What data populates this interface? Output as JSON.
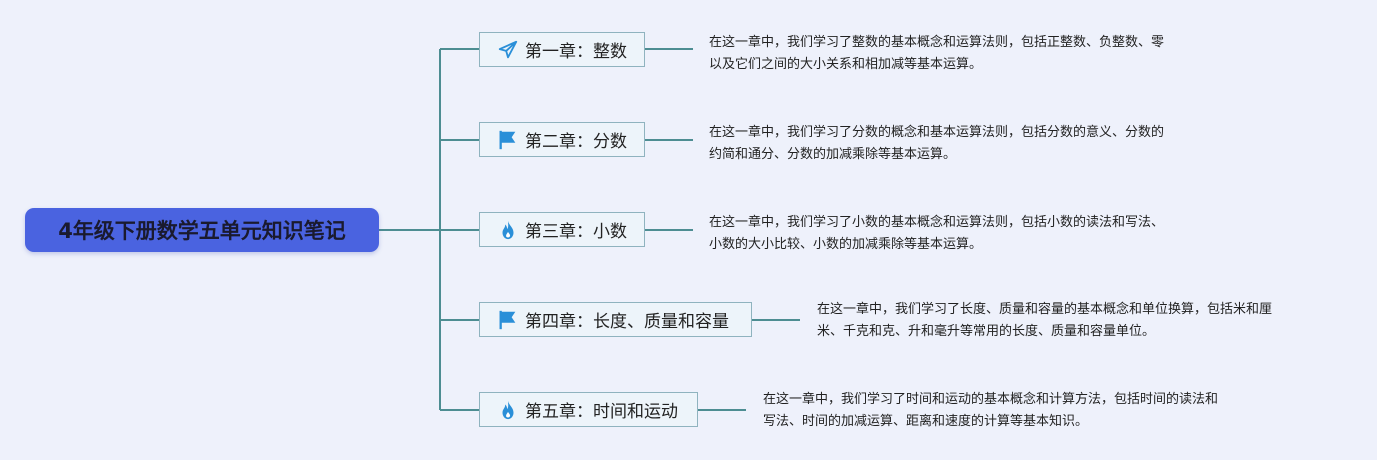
{
  "root": {
    "title": "4年级下册数学五单元知识笔记"
  },
  "chapters": [
    {
      "label": "第一章：整数",
      "icon": "paper-plane-icon",
      "note_lines": [
        "在这一章中，我们学习了整数的基本概念和运算法则，包括正整数、负整数、零",
        "以及它们之间的大小关系和相加减等基本运算。"
      ]
    },
    {
      "label": "第二章：分数",
      "icon": "flag-icon",
      "note_lines": [
        "在这一章中，我们学习了分数的概念和基本运算法则，包括分数的意义、分数的",
        "约简和通分、分数的加减乘除等基本运算。"
      ]
    },
    {
      "label": "第三章：小数",
      "icon": "flame-icon",
      "note_lines": [
        "在这一章中，我们学习了小数的基本概念和运算法则，包括小数的读法和写法、",
        "小数的大小比较、小数的加减乘除等基本运算。"
      ]
    },
    {
      "label": "第四章：长度、质量和容量",
      "icon": "flag-icon",
      "note_lines": [
        "在这一章中，我们学习了长度、质量和容量的基本概念和单位换算，包括米和厘",
        "米、千克和克、升和毫升等常用的长度、质量和容量单位。"
      ]
    },
    {
      "label": "第五章：时间和运动",
      "icon": "flame-icon",
      "note_lines": [
        "在这一章中，我们学习了时间和运动的基本概念和计算方法，包括时间的读法和",
        "写法、时间的加减运算、距离和速度的计算等基本知识。"
      ]
    }
  ],
  "colors": {
    "background": "#eef1fb",
    "root_fill": "#4a63e0",
    "connector": "#4d8d92",
    "chapter_border": "#8fb3bf",
    "icon": "#2a8fd8"
  }
}
